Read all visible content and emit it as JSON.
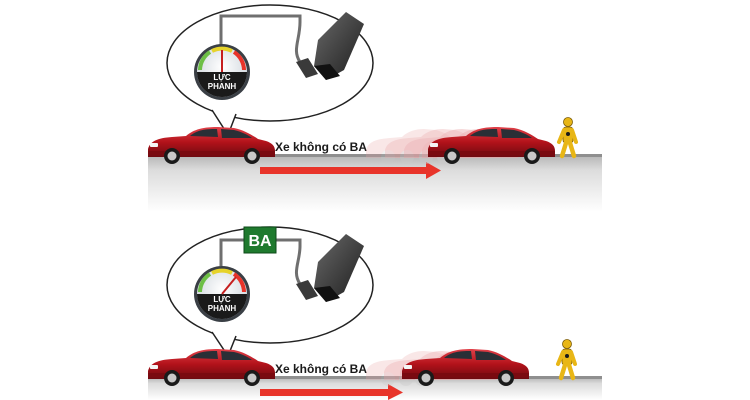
{
  "panels": [
    {
      "gauge_label_line1": "LỰC",
      "gauge_label_line2": "PHANH",
      "caption": "Xe không có BA"
    },
    {
      "gauge_label_line1": "LỰC",
      "gauge_label_line2": "PHANH",
      "caption": "Xe không có BA",
      "ba_badge": "BA"
    }
  ],
  "colors": {
    "road": "#e6e6e6",
    "road_edge": "#9a9a9a",
    "arrow": "#e8342a",
    "car_body": "#b3121a",
    "ba_badge": "#1f7a2e",
    "dummy": "#e8b616"
  }
}
